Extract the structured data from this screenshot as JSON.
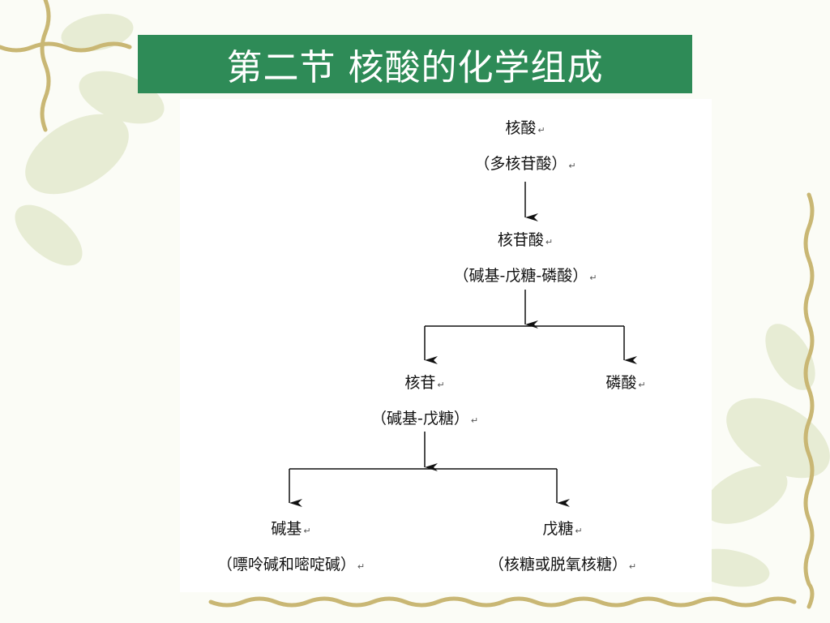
{
  "title": "第二节  核酸的化学组成",
  "colors": {
    "title_bar": "#2e8b57",
    "title_text": "#ffffff",
    "panel": "#ffffff",
    "lines": "#111111"
  },
  "return_mark": "↵",
  "nodes": {
    "nucleic_acid": {
      "name": "核酸",
      "desc": "（多核苷酸）"
    },
    "nucleotide": {
      "name": "核苷酸",
      "desc": "（碱基-戊糖-磷酸）"
    },
    "nucleoside": {
      "name": "核苷",
      "desc": "（碱基-戊糖）"
    },
    "phosphate": {
      "name": "磷酸"
    },
    "base": {
      "name": "碱基",
      "desc": "（嘌呤碱和嘧啶碱）"
    },
    "pentose": {
      "name": "戊糖",
      "desc": "（核糖或脱氧核糖）"
    }
  }
}
